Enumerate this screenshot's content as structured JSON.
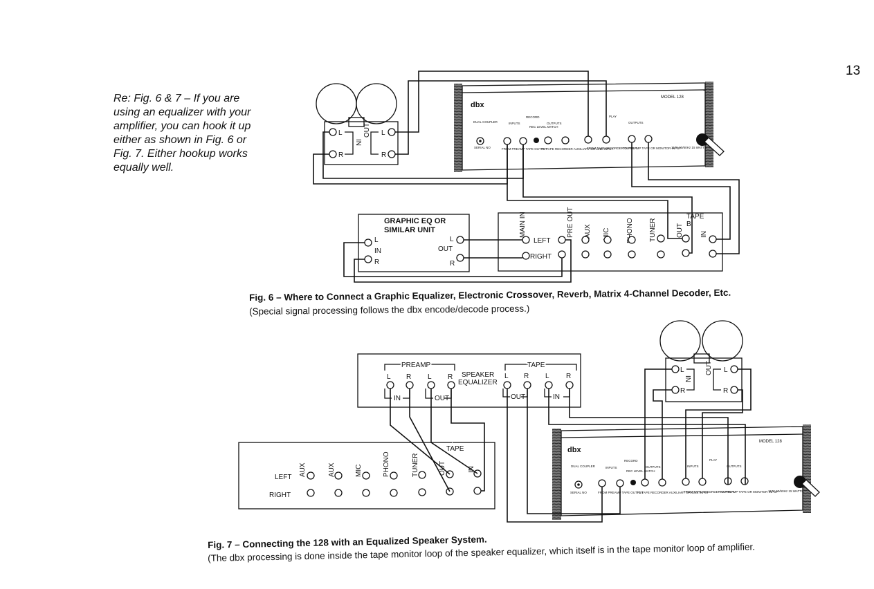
{
  "page_number": "13",
  "note_lines": [
    "Re: Fig. 6 & 7 – If you are",
    "using an equalizer with your",
    "amplifier, you can hook it up",
    "either as shown in Fig. 6 or",
    "Fig. 7. Either hookup works",
    "equally well."
  ],
  "fig6": {
    "caption": "Fig. 6 – Where to Connect a Graphic Equalizer, Electronic Crossover, Reverb, Matrix 4-Channel Decoder, Etc.",
    "subcaption": "(Special signal processing follows the dbx encode/decode process.)",
    "eq_box": {
      "title_1": "GRAPHIC EQ OR",
      "title_2": "SIMILAR UNIT",
      "l": "L",
      "in": "IN",
      "r": "R",
      "out": "OUT"
    },
    "amp": {
      "main_in": "MAIN IN",
      "pre_out": "PRE OUT",
      "aux": "AUX",
      "mic": "MIC",
      "phono": "PHONO",
      "tuner": "TUNER",
      "out": "OUT",
      "in": "IN",
      "tape": "TAPE",
      "tape_b": "B",
      "left": "LEFT",
      "right": "RIGHT"
    }
  },
  "fig7": {
    "caption": "Fig. 7 – Connecting the 128 with an Equalized Speaker System.",
    "subcaption": "(The dbx processing is done inside the tape monitor loop of the speaker equalizer, which itself is in the tape monitor loop of amplifier.",
    "speaker_eq": {
      "preamp": "PREAMP",
      "tape": "TAPE",
      "speaker": "SPEAKER",
      "equalizer": "EQUALIZER",
      "l": "L",
      "r": "R",
      "in": "IN",
      "out": "OUT"
    },
    "amp": {
      "aux": "AUX",
      "mic": "MIC",
      "phono": "PHONO",
      "tuner": "TUNER",
      "out": "OUT",
      "in": "IN",
      "tape": "TAPE",
      "left": "LEFT",
      "right": "RIGHT"
    }
  },
  "tape_deck": {
    "l": "L",
    "r": "R",
    "in": "IN",
    "out": "OUT"
  },
  "dbx_unit": {
    "brand": "dbx",
    "model": "MODEL 128",
    "record": "RECORD",
    "play": "PLAY",
    "inputs": "INPUTS",
    "outputs": "OUTPUTS",
    "dual_coupler": "DUAL COUPLER",
    "serial_no": "SERIAL NO",
    "rec_level_match": "REC LEVEL MATCH",
    "from_preamp": "FROM PREAMP TAPE OUTPUT",
    "to_tape_recorder": "TO TAPE RECORDER AUXILIARY OR LINE INPUT",
    "from_tape": "FROM TAPE RECORDER OUTPUT",
    "to_preamp": "TO PREAMP TAPE OR MONITOR INPUT",
    "power": "117V 50/60Hz 15 WATTS"
  }
}
